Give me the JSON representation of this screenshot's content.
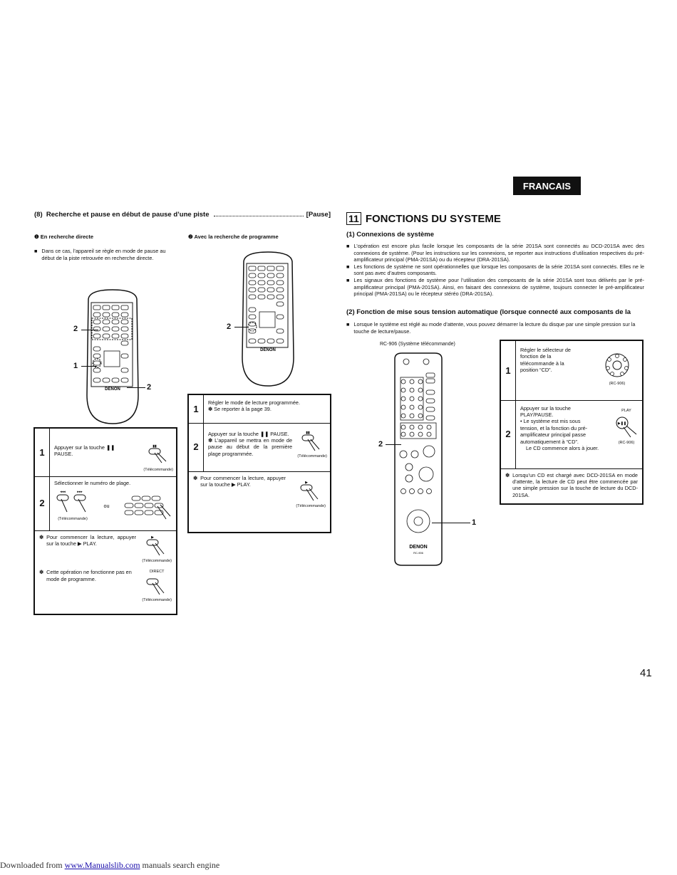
{
  "lang_tab": "FRANCAIS",
  "page_number": "41",
  "footer": {
    "prefix": "Downloaded from ",
    "link": "www.Manualslib.com",
    "suffix": " manuals search engine"
  },
  "section8": {
    "num": "(8)",
    "title": "Recherche et pause en début de pause d’une piste",
    "tag": "[Pause]",
    "col1": {
      "head": "❶  En recherche directe",
      "text": "Dans ce cas, l’appareil se règle en mode de pause au début de la piste retrouvée en recherche directe."
    },
    "col2": {
      "head": "❷  Avec la recherche de programme"
    },
    "callout_2": "2",
    "callout_1": "1",
    "table1": {
      "step1": {
        "num": "1",
        "text": "Appuyer sur la touche ❚❚ PAUSE.",
        "caption": "(Télécommande)"
      },
      "step2": {
        "num": "2",
        "text": "Sélectionner le numéro de plage.",
        "or": "ou",
        "caption": "(Télécommande)"
      },
      "note1": {
        "mark": "✽",
        "text": "Pour commencer la lecture, appuyer sur la touche ▶ PLAY.",
        "caption": "(Télécommande)"
      },
      "note2": {
        "mark": "✽",
        "text": "Cette opération ne fonctionne pas en mode de programme.",
        "key": "DIRECT",
        "caption": "(Télécommande)"
      }
    },
    "table2": {
      "step1": {
        "num": "1",
        "text": "Régler le mode de lecture programmée.",
        "sub": "✽  Se reporter à la page 39."
      },
      "step2": {
        "num": "2",
        "text": "Appuyer sur la touche ❚❚ PAUSE.",
        "sub": "✽  L’appareil se mettra en mode de pause au début de la première plage programmée.",
        "caption": "(Télécommande)"
      },
      "note": {
        "mark": "✽",
        "text": "Pour commencer la lecture, appuyer sur la touche ▶ PLAY.",
        "caption": "(Télécommande)"
      }
    }
  },
  "section11": {
    "num": "11",
    "title": "FONCTIONS DU SYSTEME",
    "sub1": {
      "title": "(1)  Connexions de système",
      "bullets": [
        "L’opération est encore plus facile lorsque les composants de la série 201SA sont connectés au DCD-201SA avec des connexions de système. (Pour les instructions sur les connexions, se reporter aux instructions d’utilisation respectives du pré-amplificateur principal (PMA-201SA) ou du récepteur (DRA-201SA).",
        "Les fonctions de système ne sont opérationnelles que lorsque les composants de la série 201SA sont connectés. Elles ne le sont pas avec d’autres composants.",
        "Les signaux des fonctions de système pour l’utilisation des composants de la série 201SA sont tous délivrés par le pré-amplificateur principal (PMA-201SA). Ainsi, en faisant des connexions de système, toujours connecter le pré-amplificateur principal (PMA-201SA) ou le récepteur stéréo (DRA-201SA)."
      ]
    },
    "sub2": {
      "title": "(2)  Fonction de mise sous tension automatique (lorsque connecté aux composants de la",
      "bullets": [
        "Lorsque le système est réglé au mode d’attente, vous pouvez démarrer la lecture du disque par une simple pression sur la touche de lecture/pause."
      ]
    },
    "remote_caption": "RC-906 (Système télécommande)",
    "brand": "DENON",
    "model": "RC-906",
    "callout_2": "2",
    "callout_1": "1",
    "table": {
      "step1": {
        "num": "1",
        "text": "Régler le sélecteur de fonction de la télécommande à la position “CD”.",
        "caption": "(RC-906)"
      },
      "step2": {
        "num": "2",
        "text": "Appuyer sur la touche PLAY/PAUSE.",
        "bullet": "•  Le système est mis sous tension, et la fonction du pré-amplificateur principal passe automatiquement à “CD”.",
        "bullet2": "Le CD commence alors à jouer.",
        "key": "PLAY",
        "caption": "(RC-906)"
      },
      "note": {
        "mark": "✽",
        "text": "Lorsqu’un CD est chargé avec DCD-201SA en mode d’attente, la lecture de CD peut être commencée par une simple pression sur la touche de lecture du DCD-201SA."
      }
    }
  }
}
